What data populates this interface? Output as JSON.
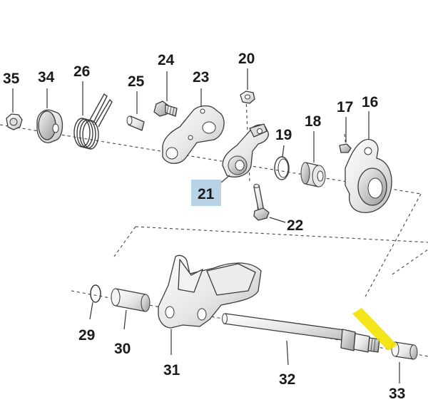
{
  "callouts": {
    "c35": "35",
    "c34": "34",
    "c26": "26",
    "c25": "25",
    "c24": "24",
    "c23": "23",
    "c20": "20",
    "c19": "19",
    "c18": "18",
    "c17": "17",
    "c16": "16",
    "c21": "21",
    "c22": "22",
    "c29": "29",
    "c30": "30",
    "c31": "31",
    "c32": "32",
    "c33": "33"
  },
  "colors": {
    "highlight_box": "#b9d3e6",
    "highlight_stripe": "#f2e200",
    "line": "#333333"
  }
}
